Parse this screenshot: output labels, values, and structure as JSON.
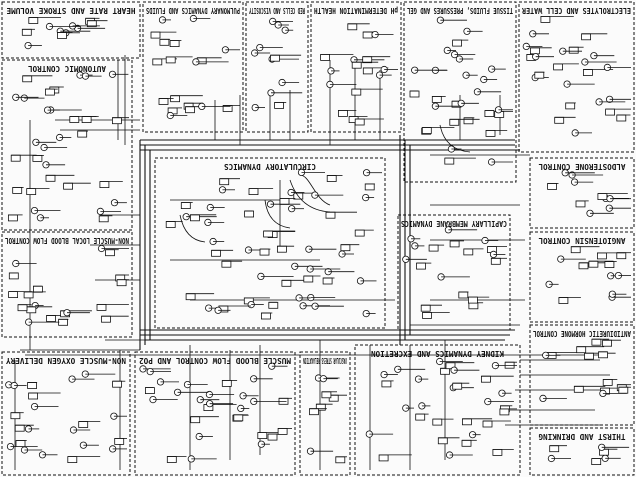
{
  "diagram": {
    "modules": [
      {
        "id": "heart-rate",
        "title": "HEART RATE AND STROKE VOLUME"
      },
      {
        "id": "pulmonary",
        "title": "PULMONARY DYNAMICS AND FLUIDS"
      },
      {
        "id": "red-cells",
        "title": "RED CELLS AND VISCOSITY"
      },
      {
        "id": "ph",
        "title": "pH DETERMINATION HEALTH"
      },
      {
        "id": "tissue-fluids",
        "title": "TISSUE FLUIDS, PRESSURES AND GEL"
      },
      {
        "id": "electrolytes",
        "title": "ELECTROLYTES AND CELL WATER"
      },
      {
        "id": "autonomic",
        "title": "AUTONOMIC CONTROL"
      },
      {
        "id": "circulatory",
        "title": "CIRCULATORY DYNAMICS"
      },
      {
        "id": "aldosterone",
        "title": "ALDOSTERONE CONTROL"
      },
      {
        "id": "non-muscle-flow",
        "title": "NON-MUSCLE LOCAL BLOOD FLOW CONTROL"
      },
      {
        "id": "angiotensin",
        "title": "ANGIOTENSIN CONTROL"
      },
      {
        "id": "capillary",
        "title": "CAPILLARY MEMBRANE DYNAMICS"
      },
      {
        "id": "antidiuretic",
        "title": "ANTIDIURETIC HORMONE CONTROL"
      },
      {
        "id": "non-muscle-oxygen",
        "title": "NON-MUSCLE OXYGEN DELIVERY"
      },
      {
        "id": "muscle-flow",
        "title": "MUSCLE BLOOD FLOW CONTROL AND PO2"
      },
      {
        "id": "stress",
        "title": "VASCULAR STRESS RELAXATION"
      },
      {
        "id": "kidney",
        "title": "KIDNEY DYNAMICS AND EXCRETION"
      },
      {
        "id": "thirst",
        "title": "THIRST AND DRINKING"
      }
    ]
  }
}
